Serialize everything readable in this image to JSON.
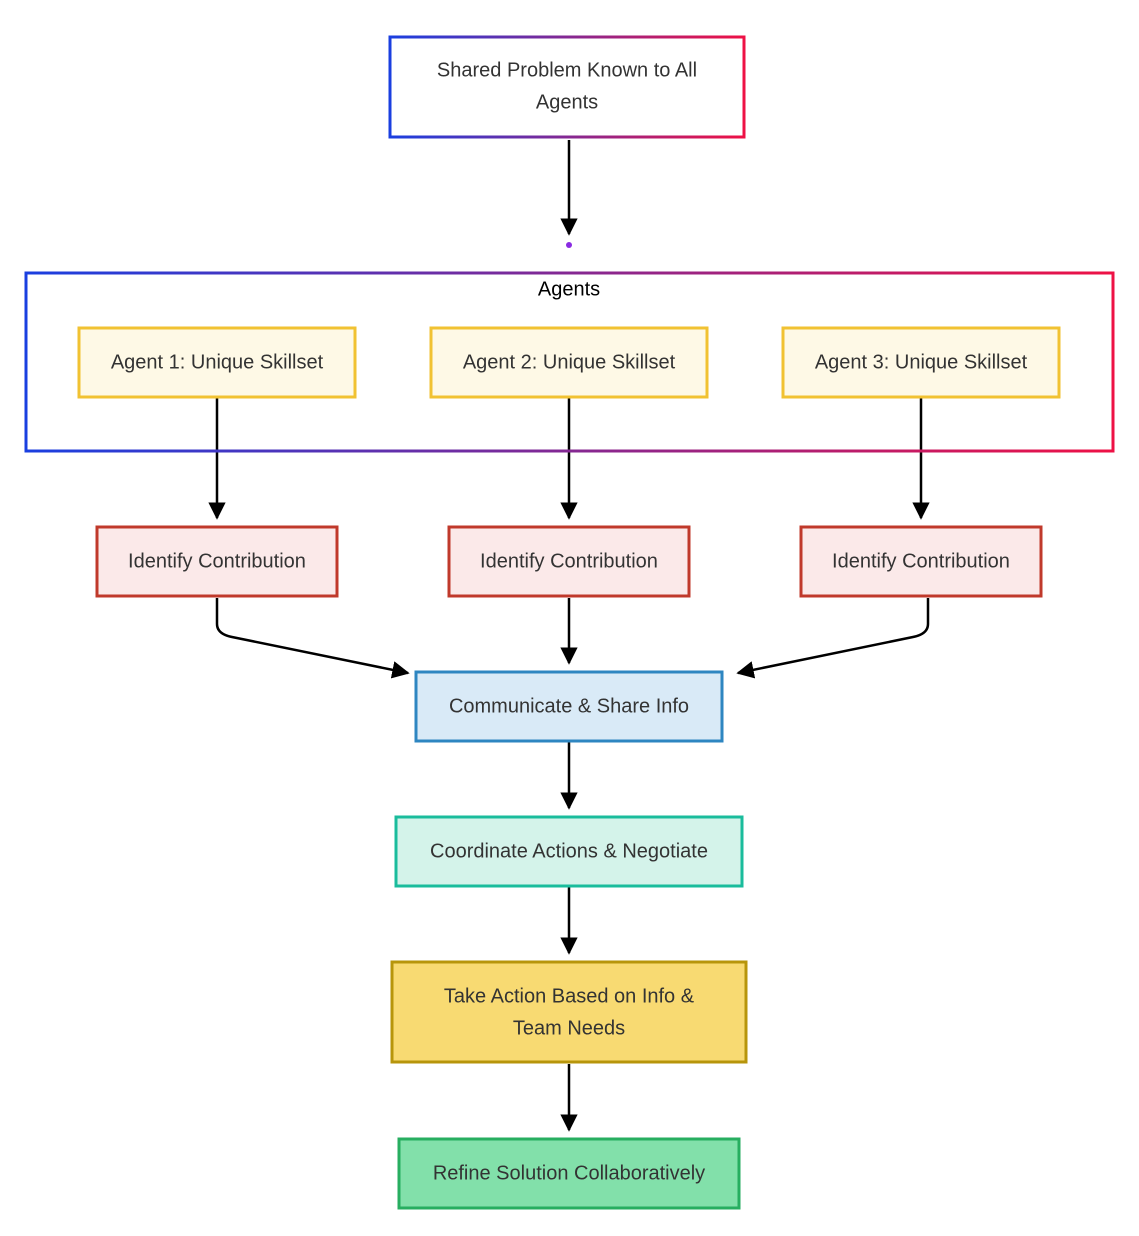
{
  "diagram": {
    "nodes": {
      "problem": {
        "lines": [
          "Shared Problem Known to All",
          "Agents"
        ],
        "fill": "#ffffff",
        "stroke": "gradient"
      },
      "agent1": {
        "lines": [
          "Agent 1: Unique Skillset"
        ],
        "fill": "#fef9e6",
        "stroke": "#f1c232"
      },
      "agent2": {
        "lines": [
          "Agent 2: Unique Skillset"
        ],
        "fill": "#fef9e6",
        "stroke": "#f1c232"
      },
      "agent3": {
        "lines": [
          "Agent 3: Unique Skillset"
        ],
        "fill": "#fef9e6",
        "stroke": "#f1c232"
      },
      "contrib1": {
        "lines": [
          "Identify Contribution"
        ],
        "fill": "#fbe9e9",
        "stroke": "#c0392b"
      },
      "contrib2": {
        "lines": [
          "Identify Contribution"
        ],
        "fill": "#fbe9e9",
        "stroke": "#c0392b"
      },
      "contrib3": {
        "lines": [
          "Identify Contribution"
        ],
        "fill": "#fbe9e9",
        "stroke": "#c0392b"
      },
      "communicate": {
        "lines": [
          "Communicate & Share Info"
        ],
        "fill": "#d9eaf7",
        "stroke": "#2e86c1"
      },
      "coordinate": {
        "lines": [
          "Coordinate Actions & Negotiate"
        ],
        "fill": "#d4f3ea",
        "stroke": "#1abc9c"
      },
      "action": {
        "lines": [
          "Take Action Based on Info &",
          "Team Needs"
        ],
        "fill": "#f8da72",
        "stroke": "#b7950b"
      },
      "refine": {
        "lines": [
          "Refine Solution Collaboratively"
        ],
        "fill": "#82e0aa",
        "stroke": "#27ae60"
      }
    },
    "group": {
      "label": "Agents",
      "stroke": "gradient"
    },
    "gradient": {
      "from": "#1a3fe0",
      "to": "#ee1145"
    },
    "edges": [
      {
        "from": "problem",
        "to": "group"
      },
      {
        "from": "agent1",
        "to": "contrib1"
      },
      {
        "from": "agent2",
        "to": "contrib2"
      },
      {
        "from": "agent3",
        "to": "contrib3"
      },
      {
        "from": "contrib1",
        "to": "communicate"
      },
      {
        "from": "contrib2",
        "to": "communicate"
      },
      {
        "from": "contrib3",
        "to": "communicate"
      },
      {
        "from": "communicate",
        "to": "coordinate"
      },
      {
        "from": "coordinate",
        "to": "action"
      },
      {
        "from": "action",
        "to": "refine"
      }
    ]
  }
}
